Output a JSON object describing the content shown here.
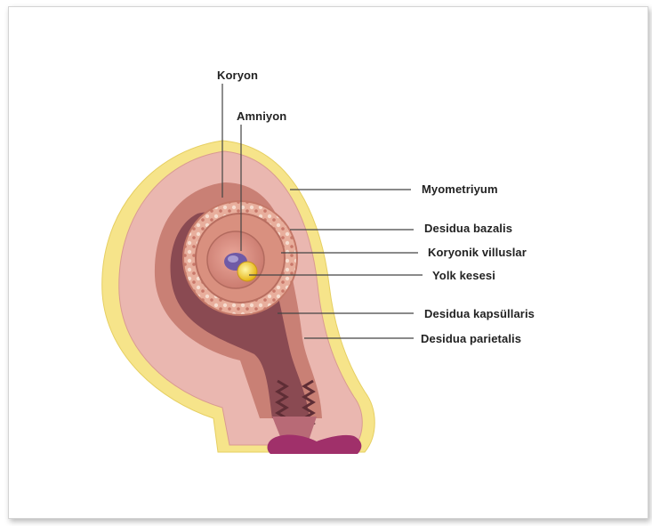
{
  "labels": {
    "koryon": "Koryon",
    "amniyon": "Amniyon",
    "myometriyum": "Myometriyum",
    "desidua_bazalis": "Desidua bazalis",
    "koryonik_villuslar": "Koryonik villuslar",
    "yolk_kesesi": "Yolk kesesi",
    "desidua_kapsularis": "Desidua kapsüllaris",
    "desidua_parietalis": "Desidua parietalis"
  },
  "colors": {
    "perimetrium": "#f6e48a",
    "myometrium": "#eab7b0",
    "decidua_inner": "#c98075",
    "uterine_cavity": "#8a4a52",
    "chorion_villi": "#e6a795",
    "amnion_cavity": "#d98d82",
    "embryo_blue": "#6f5aa6",
    "yolk_sac": "#f2d02a",
    "cervix_plug": "#a0306a"
  }
}
